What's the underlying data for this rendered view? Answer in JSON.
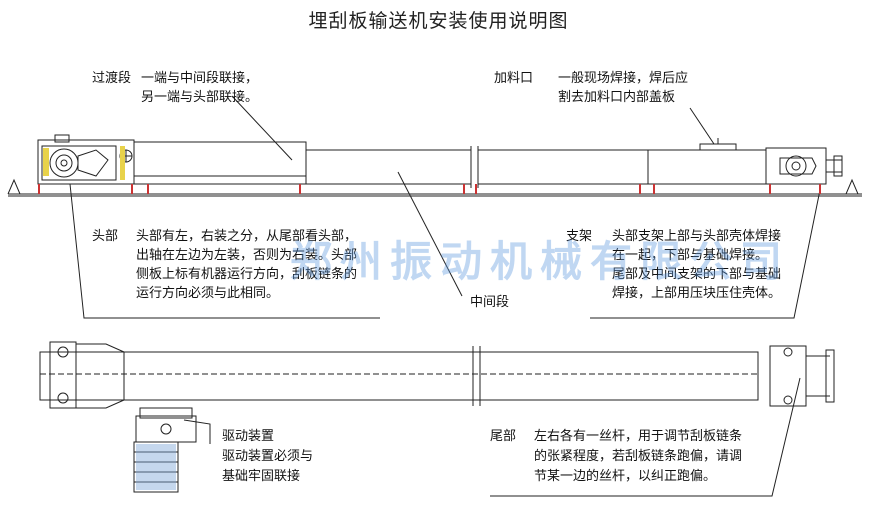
{
  "title": "埋刮板输送机安装使用说明图",
  "watermark": "郑州振动机械有限公司",
  "labels": {
    "transition": {
      "name": "过渡段",
      "line1": "一端与中间段联接，",
      "line2": "另一端与头部联接。"
    },
    "inlet": {
      "name": "加料口",
      "line1": "一般现场焊接，焊后应",
      "line2": "割去加料口内部盖板"
    },
    "head": {
      "name": "头部",
      "line1": "头部有左，右装之分，从尾部看头部，",
      "line2": "出轴在左边为左装，否则为右装。头部",
      "line3": "侧板上标有机器运行方向，刮板链条的",
      "line4": "运行方向必须与此相同。"
    },
    "middle": {
      "name": "中间段"
    },
    "support": {
      "name": "支架",
      "line1": "头部支架上部与头部壳体焊接",
      "line2": "在一起，下部与基础焊接。",
      "line3": "尾部及中间支架的下部与基础",
      "line4": "焊接，上部用压块压住壳体。"
    },
    "drive": {
      "name": "驱动装置",
      "line1": "驱动装置必须与",
      "line2": "基础牢固联接"
    },
    "tail": {
      "name": "尾部",
      "line1": "左右各有一丝杆，用于调节刮板链条",
      "line2": "的张紧程度，若刮板链条跑偏，请调",
      "line3": "节某一边的丝杆，以纠正跑偏。"
    }
  },
  "colors": {
    "line": "#222222",
    "support": "#cc3333",
    "watermark": "#5a96dc"
  }
}
